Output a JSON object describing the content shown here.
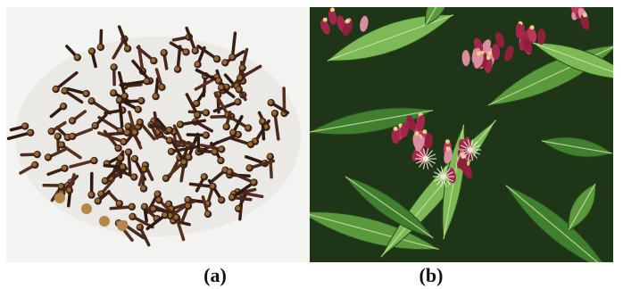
{
  "captions": {
    "a": "(a)",
    "b": "(b)"
  },
  "panels": {
    "a": {
      "subject": "dried-cloves",
      "colors": {
        "background": "#f3f3f1",
        "clove": "#4a2a1c",
        "clove_head": "#a7773a"
      }
    },
    "b": {
      "subject": "clove-tree-flowers",
      "colors": {
        "leaf": "#3f7f2f",
        "leaf_light": "#7db957",
        "bud": "#a2284b",
        "background": "#1f3517"
      }
    }
  }
}
